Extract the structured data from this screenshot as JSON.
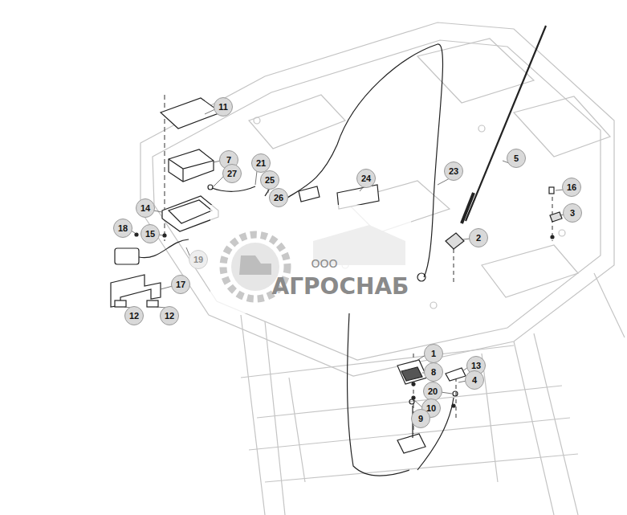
{
  "diagram": {
    "labels": [
      "11",
      "7",
      "27",
      "21",
      "25",
      "26",
      "24",
      "23",
      "5",
      "16",
      "3",
      "2",
      "14",
      "18",
      "15",
      "19",
      "17",
      "12",
      "12",
      "1",
      "8",
      "13",
      "4",
      "20",
      "10",
      "9",
      "ООО",
      "АГРОСНАБ"
    ]
  }
}
